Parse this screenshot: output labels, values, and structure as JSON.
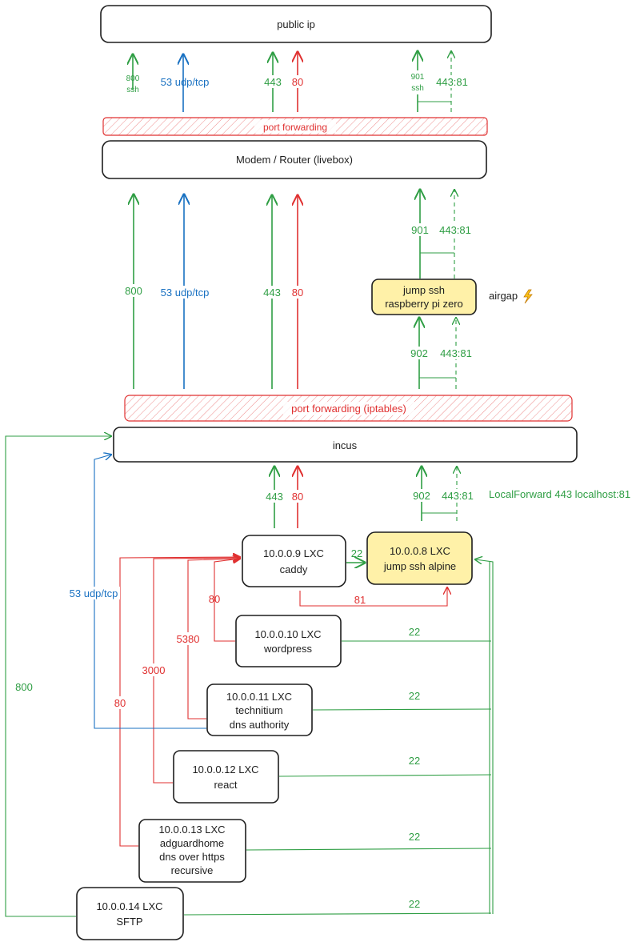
{
  "boxes": {
    "public_ip": "public ip",
    "modem_router": "Modem / Router (livebox)",
    "incus": "incus",
    "port_forwarding_top": "port forwarding",
    "port_forwarding_iptables": "port forwarding (iptables)",
    "jump_pi": [
      "jump ssh",
      "raspberry pi zero"
    ],
    "airgap": "airgap",
    "caddy": [
      "10.0.0.9 LXC",
      "caddy"
    ],
    "jump_alpine": [
      "10.0.0.8 LXC",
      "jump ssh alpine"
    ],
    "wordpress": [
      "10.0.0.10 LXC",
      "wordpress"
    ],
    "technitium": [
      "10.0.0.11 LXC",
      "technitium",
      "dns authority"
    ],
    "react": [
      "10.0.0.12 LXC",
      "react"
    ],
    "adguard": [
      "10.0.0.13 LXC",
      "adguardhome",
      "dns over https",
      "recursive"
    ],
    "sftp": [
      "10.0.0.14 LXC",
      "SFTP"
    ]
  },
  "labels": {
    "top_800": "800",
    "top_ssh": "ssh",
    "top_53": "53 udp/tcp",
    "top_443": "443",
    "top_80": "80",
    "top_901": "901",
    "top_901_ssh": "ssh",
    "top_443_81": "443:81",
    "mid_800": "800",
    "mid_53": "53 udp/tcp",
    "mid_443": "443",
    "mid_80": "80",
    "mid_901": "901",
    "mid_443_81": "443:81",
    "low_902": "902",
    "low_443_81": "443:81",
    "inc_443": "443",
    "inc_80": "80",
    "inc_902": "902",
    "inc_443_81": "443:81",
    "local_forward": "LocalForward 443 localhost:81",
    "caddy_alpine_22": "22",
    "caddy_alpine_81": "81",
    "left_53": "53 udp/tcp",
    "left_800": "800",
    "wp_80": "80",
    "tech_5380": "5380",
    "react_3000": "3000",
    "adg_80": "80",
    "ssh_wp_22": "22",
    "ssh_tech_22": "22",
    "ssh_react_22": "22",
    "ssh_adg_22": "22",
    "ssh_sftp_22": "22"
  },
  "colors": {
    "green": "#2f9e44",
    "red": "#e03131",
    "blue": "#1971c2",
    "yellow_fill": "#fff1a8",
    "hatch_red": "#e03131"
  },
  "icons": {
    "airgap_icon": "lightning-bolt-icon"
  }
}
